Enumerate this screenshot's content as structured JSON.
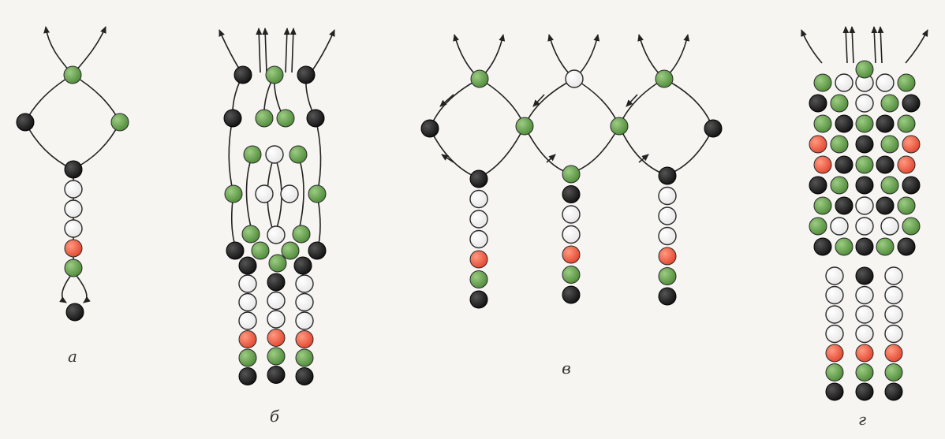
{
  "colors": {
    "black": "#161616",
    "green": "#5f9a47",
    "white": "#fafafa",
    "red": "#e8553e",
    "thread": "#222222"
  },
  "figures": [
    {
      "id": "a",
      "label": "а"
    },
    {
      "id": "b",
      "label": "б"
    },
    {
      "id": "v",
      "label": "в"
    },
    {
      "id": "g",
      "label": "г"
    }
  ]
}
